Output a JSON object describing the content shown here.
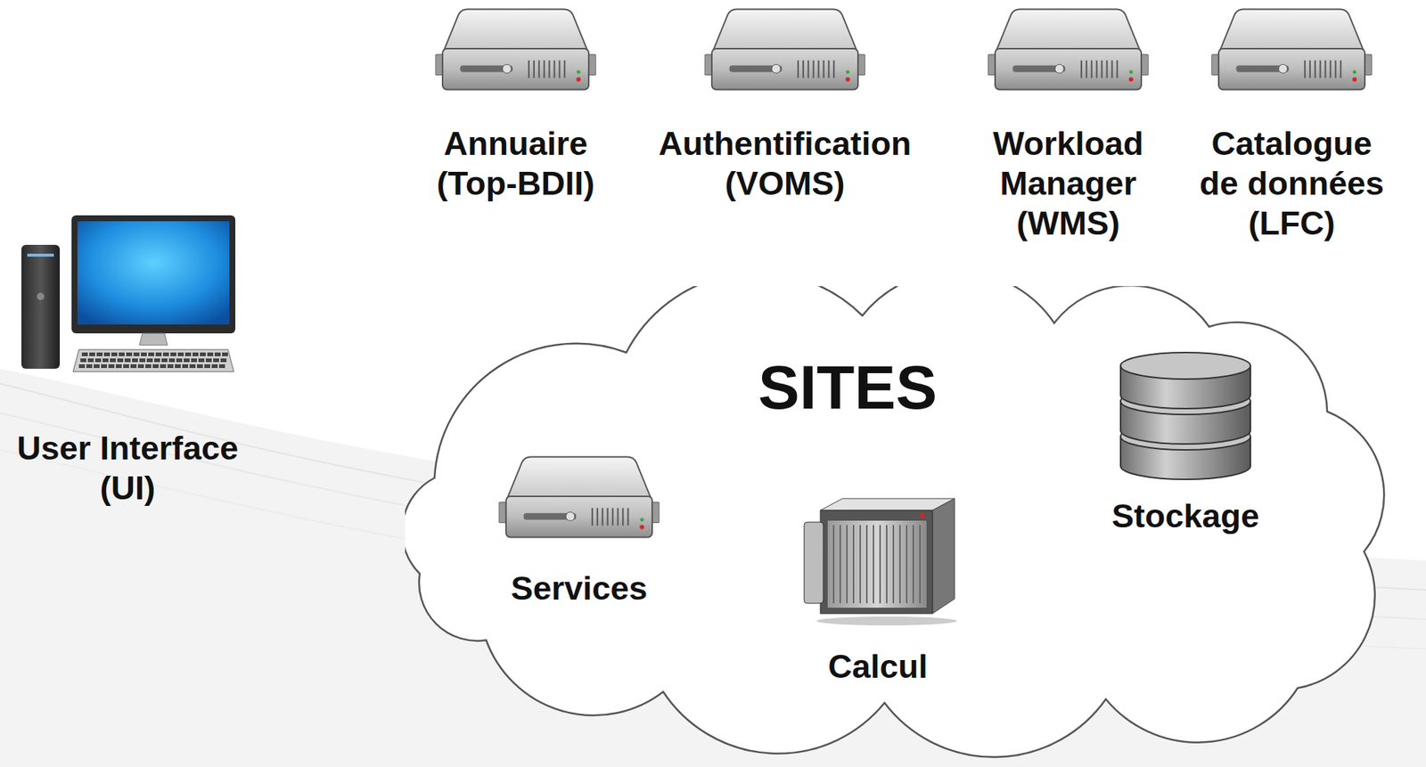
{
  "diagram": {
    "nodes": [
      {
        "text": [
          "Annuaire (Top-BDII)"
        ]
      },
      {
        "text": [
          "Authentification (VOMS)"
        ]
      },
      {
        "text": [
          "Workload Manager (WMS)"
        ]
      },
      {
        "text": [
          "Catalogue de données (LFC)"
        ]
      },
      {
        "text": [
          "User Interface (UI)"
        ]
      },
      {
        "text": [
          "SITES"
        ]
      },
      {
        "text": [
          "Services"
        ],
        "in": 5
      },
      {
        "text": [
          "Calcul"
        ],
        "in": 5
      },
      {
        "text": [
          "Stockage"
        ],
        "in": 5
      }
    ]
  }
}
